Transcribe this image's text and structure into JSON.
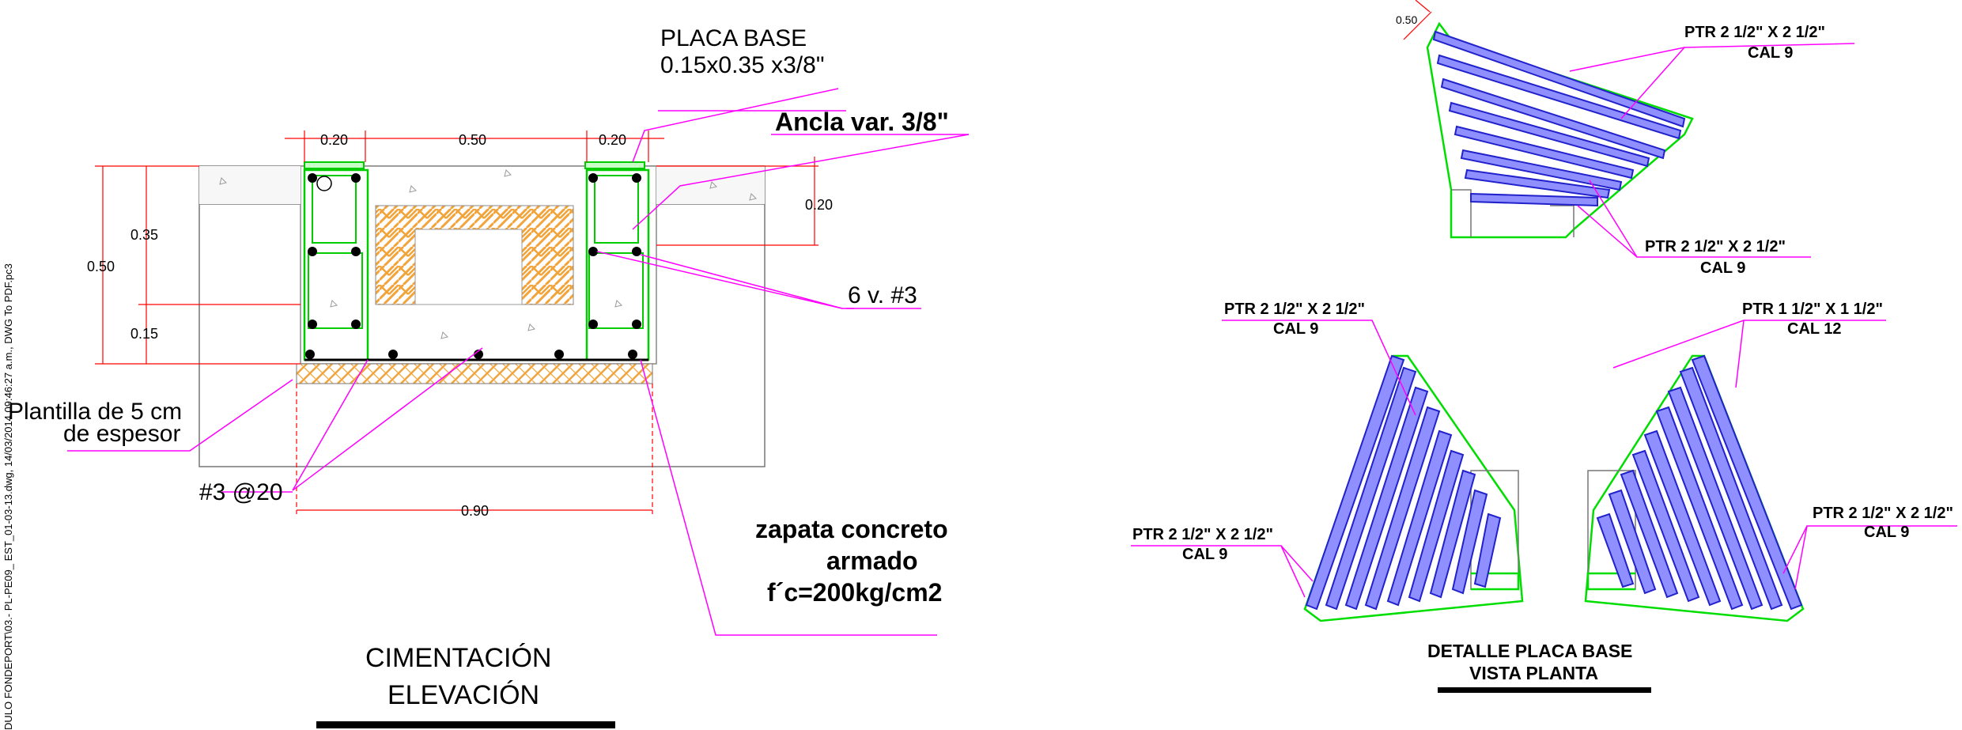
{
  "elevation": {
    "placa_base_title": "PLACA BASE",
    "placa_base_dims": "0.15x0.35 x3/8\"",
    "ancla": "Ancla var. 3/8\"",
    "dim_020_left": "0.20",
    "dim_050_top": "0.50",
    "dim_020_right": "0.20",
    "dim_035": "0.35",
    "dim_050_left": "0.50",
    "dim_015": "0.15",
    "dim_020_side": "0.20",
    "varillas": "6 v. #3",
    "plantilla_1": "Plantilla de 5 cm",
    "plantilla_2": "de espesor",
    "refuerzo": "#3 @20",
    "dim_090": "0.90",
    "zapata_1": "zapata concreto",
    "zapata_2": "armado",
    "zapata_3": "f´c=200kg/cm2",
    "title_1": "CIMENTACIÓN",
    "title_2": "ELEVACIÓN"
  },
  "side_path": "DULO FONDEPORT\\03.- PL-PE09_ EST_01-03-13.dwg, 14/03/2014 09:46:27 a.m., DWG To PDF.pc3",
  "plan": {
    "dim_050": "0.50",
    "ptr_a_1": "PTR  2 1/2\" X 2 1/2\"",
    "ptr_a_2": "CAL 9",
    "ptr_b_1": "PTR  2 1/2\" X 2 1/2\"",
    "ptr_b_2": "CAL 9",
    "ptr_c_1": "PTR  2 1/2\" X 2 1/2\"",
    "ptr_c_2": "CAL 9",
    "ptr_d_1": "PTR  1 1/2\" X 1 1/2\"",
    "ptr_d_2": "CAL 12",
    "ptr_e_1": "PTR  2 1/2\" X 2 1/2\"",
    "ptr_e_2": "CAL 9",
    "ptr_f_1": "PTR  2 1/2\" X 2 1/2\"",
    "ptr_f_2": "CAL 9",
    "title_1": "DETALLE PLACA BASE",
    "title_2": "VISTA PLANTA"
  },
  "colors": {
    "dimension": "#ff0000",
    "leader": "#ff00ff",
    "plate": "#00dd00",
    "tube": "#2222cc",
    "hatch": "#f2a33a"
  }
}
